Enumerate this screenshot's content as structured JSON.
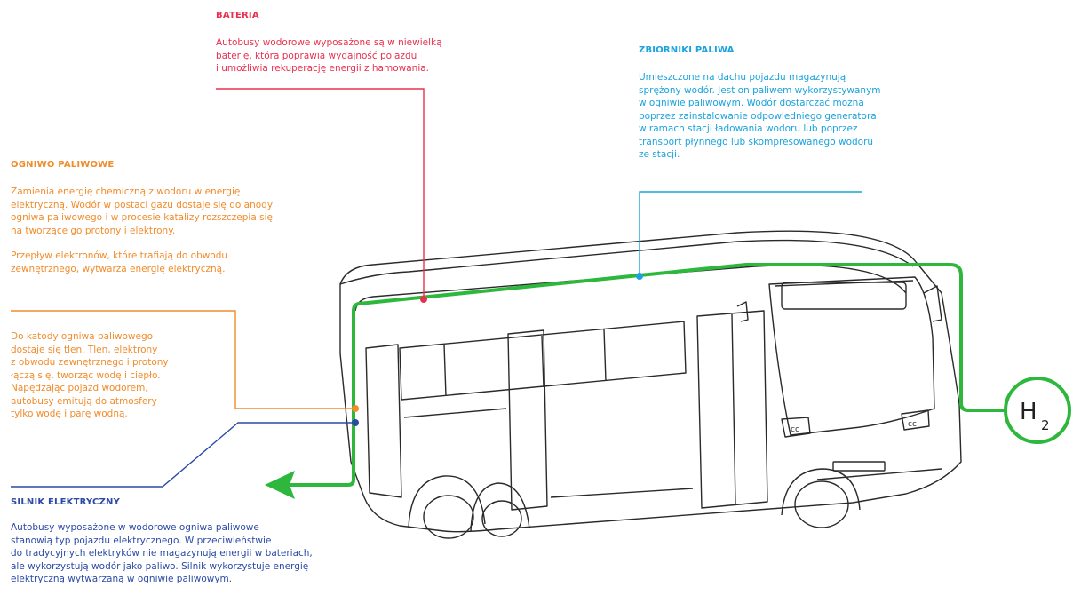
{
  "colors": {
    "bateria": "#e8304f",
    "zbiorniki": "#1aa3dc",
    "ogniwo": "#f08c2c",
    "silnik": "#2b4aa6",
    "hydrogen_line": "#2db83d"
  },
  "bateria": {
    "title": "BATERIA",
    "body": "Autobusy wodorowe wyposażone są w niewielką\nbaterię, która poprawia wydajność pojazdu\ni umożliwia rekuperację energii z hamowania."
  },
  "zbiorniki": {
    "title": "ZBIORNIKI PALIWA",
    "body": "Umieszczone na dachu pojazdu magazynują\nsprężony wodór. Jest on paliwem wykorzystywanym\nw ogniwie paliwowym. Wodór dostarczać można\npoprzez zainstalowanie odpowiedniego generatora\nw ramach stacji ładowania wodoru lub poprzez\ntransport płynnego lub skompresowanego wodoru\nze stacji."
  },
  "ogniwo": {
    "title": "OGNIWO PALIWOWE",
    "body1": "Zamienia energię chemiczną z wodoru w energię\nelektryczną. Wodór w postaci gazu dostaje się do anody\nogniwa paliwowego i w procesie katalizy rozszczepia się\nna tworzące go protony i elektrony.",
    "body2": "Przepływ elektronów, które trafiają do obwodu\nzewnętrznego, wytwarza energię elektryczną.",
    "body3": "Do katody ogniwa paliwowego\ndostaje się tlen. Tlen, elektrony\nz obwodu zewnętrznego i protony\nłączą się, tworząc wodę i ciepło.\nNapędzając pojazd wodorem,\nautobusy emitują do atmosfery\ntylko wodę i parę wodną."
  },
  "silnik": {
    "title": "SILNIK ELEKTRYCZNY",
    "body": "Autobusy wyposażone w wodorowe ogniwa paliwowe\nstanowią typ pojazdu elektrycznego. W przeciwieństwie\ndo tradycyjnych elektryków nie magazynują energii w bateriach,\nale wykorzystują wodór jako paliwo. Silnik wykorzystuje energię\nelektryczną wytwarzaną w ogniwie paliwowym."
  },
  "h2": {
    "symbol": "H",
    "subscript": "2"
  }
}
